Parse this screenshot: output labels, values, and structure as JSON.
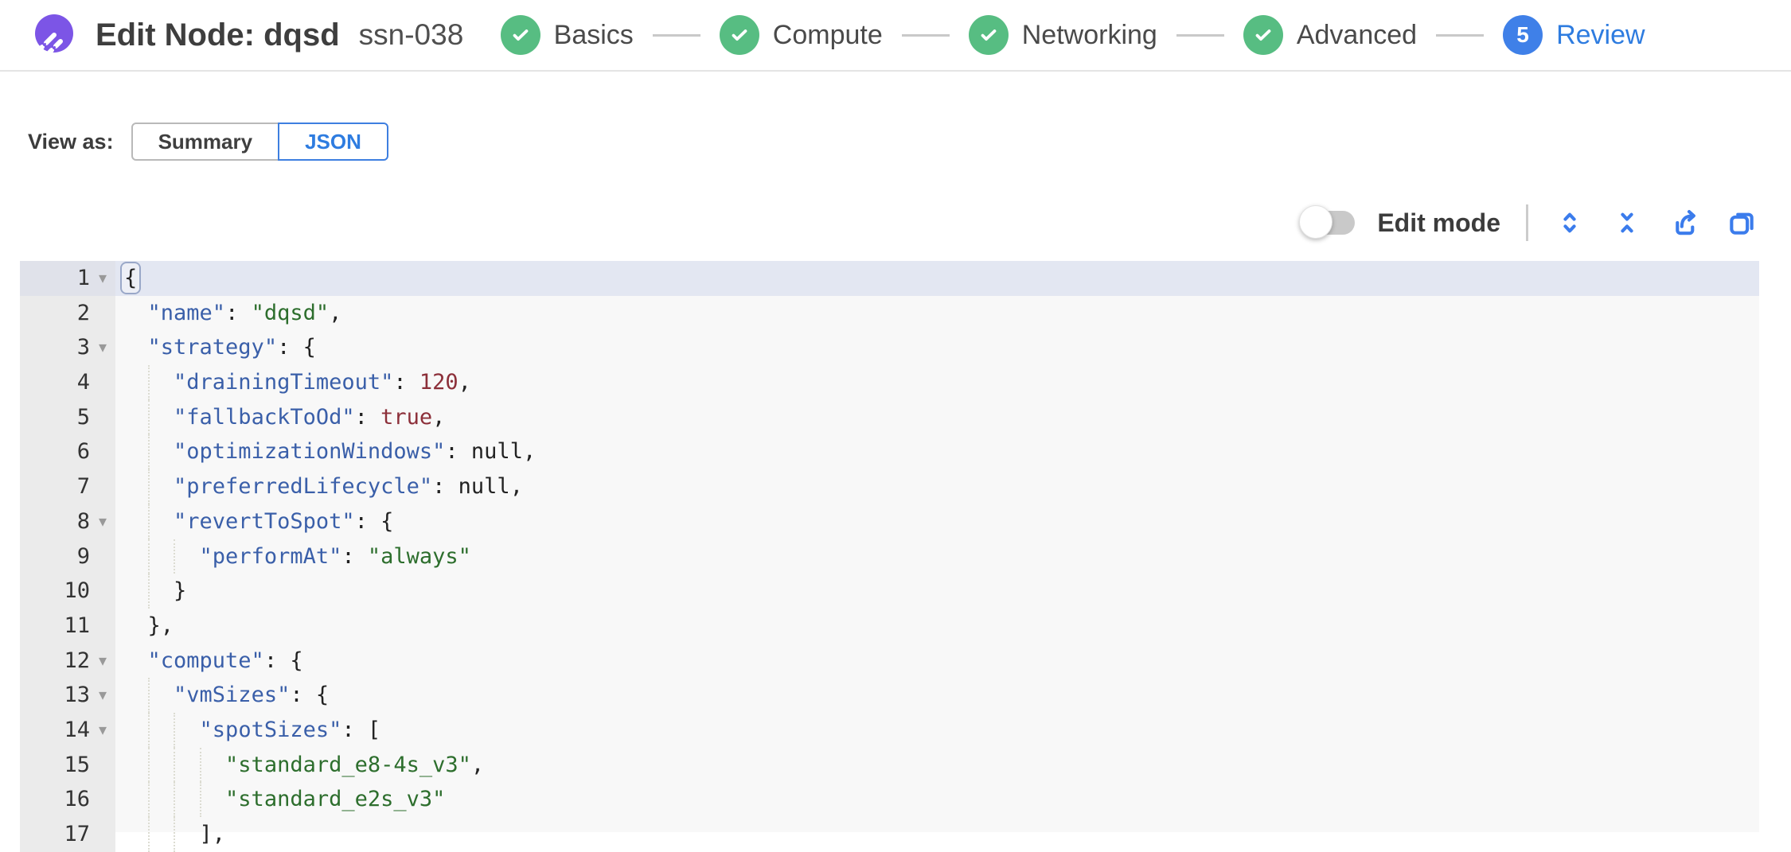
{
  "colors": {
    "brand_purple": "#7c55e6",
    "success_green": "#57bd82",
    "accent_blue": "#3b7cec",
    "step_blue": "#3f80e8",
    "key_blue": "#3a5fa9",
    "string_green": "#2d6e2d",
    "number_maroon": "#8c2f39",
    "editor_bg": "#f8f8f8",
    "gutter_bg": "#ebebeb",
    "active_line_bg": "#e3e7f2",
    "active_gutter_bg": "#e0e2ea"
  },
  "header": {
    "title": "Edit Node: dqsd",
    "subtitle": "ssn-038",
    "steps": [
      {
        "label": "Basics",
        "state": "complete"
      },
      {
        "label": "Compute",
        "state": "complete"
      },
      {
        "label": "Networking",
        "state": "complete"
      },
      {
        "label": "Advanced",
        "state": "complete"
      },
      {
        "label": "Review",
        "state": "current",
        "number": "5"
      }
    ]
  },
  "view_as": {
    "label": "View as:",
    "options": [
      {
        "label": "Summary",
        "selected": false
      },
      {
        "label": "JSON",
        "selected": true
      }
    ]
  },
  "toolbar": {
    "edit_mode_label": "Edit mode",
    "edit_mode_enabled": false,
    "icons": [
      "expand-all",
      "collapse-all",
      "export",
      "copy"
    ]
  },
  "editor": {
    "active_line": 1,
    "lines": [
      {
        "num": 1,
        "indent": 0,
        "fold": true,
        "tokens": [
          [
            "p",
            "{",
            "hl"
          ]
        ]
      },
      {
        "num": 2,
        "indent": 2,
        "fold": false,
        "tokens": [
          [
            "k",
            "\"name\""
          ],
          [
            "p",
            ": "
          ],
          [
            "s",
            "\"dqsd\""
          ],
          [
            "p",
            ","
          ]
        ]
      },
      {
        "num": 3,
        "indent": 2,
        "fold": true,
        "tokens": [
          [
            "k",
            "\"strategy\""
          ],
          [
            "p",
            ": {"
          ]
        ]
      },
      {
        "num": 4,
        "indent": 4,
        "fold": false,
        "tokens": [
          [
            "k",
            "\"drainingTimeout\""
          ],
          [
            "p",
            ": "
          ],
          [
            "n",
            "120"
          ],
          [
            "p",
            ","
          ]
        ]
      },
      {
        "num": 5,
        "indent": 4,
        "fold": false,
        "tokens": [
          [
            "k",
            "\"fallbackToOd\""
          ],
          [
            "p",
            ": "
          ],
          [
            "b",
            "true"
          ],
          [
            "p",
            ","
          ]
        ]
      },
      {
        "num": 6,
        "indent": 4,
        "fold": false,
        "tokens": [
          [
            "k",
            "\"optimizationWindows\""
          ],
          [
            "p",
            ": "
          ],
          [
            "x",
            "null"
          ],
          [
            "p",
            ","
          ]
        ]
      },
      {
        "num": 7,
        "indent": 4,
        "fold": false,
        "tokens": [
          [
            "k",
            "\"preferredLifecycle\""
          ],
          [
            "p",
            ": "
          ],
          [
            "x",
            "null"
          ],
          [
            "p",
            ","
          ]
        ]
      },
      {
        "num": 8,
        "indent": 4,
        "fold": true,
        "tokens": [
          [
            "k",
            "\"revertToSpot\""
          ],
          [
            "p",
            ": {"
          ]
        ]
      },
      {
        "num": 9,
        "indent": 6,
        "fold": false,
        "tokens": [
          [
            "k",
            "\"performAt\""
          ],
          [
            "p",
            ": "
          ],
          [
            "s",
            "\"always\""
          ]
        ]
      },
      {
        "num": 10,
        "indent": 4,
        "fold": false,
        "tokens": [
          [
            "p",
            "}"
          ]
        ]
      },
      {
        "num": 11,
        "indent": 2,
        "fold": false,
        "tokens": [
          [
            "p",
            "},"
          ]
        ]
      },
      {
        "num": 12,
        "indent": 2,
        "fold": true,
        "tokens": [
          [
            "k",
            "\"compute\""
          ],
          [
            "p",
            ": {"
          ]
        ]
      },
      {
        "num": 13,
        "indent": 4,
        "fold": true,
        "tokens": [
          [
            "k",
            "\"vmSizes\""
          ],
          [
            "p",
            ": {"
          ]
        ]
      },
      {
        "num": 14,
        "indent": 6,
        "fold": true,
        "tokens": [
          [
            "k",
            "\"spotSizes\""
          ],
          [
            "p",
            ": ["
          ]
        ]
      },
      {
        "num": 15,
        "indent": 8,
        "fold": false,
        "tokens": [
          [
            "s",
            "\"standard_e8-4s_v3\""
          ],
          [
            "p",
            ","
          ]
        ]
      },
      {
        "num": 16,
        "indent": 8,
        "fold": false,
        "tokens": [
          [
            "s",
            "\"standard_e2s_v3\""
          ]
        ]
      },
      {
        "num": 17,
        "indent": 6,
        "fold": false,
        "tokens": [
          [
            "p",
            "],"
          ]
        ]
      }
    ]
  }
}
